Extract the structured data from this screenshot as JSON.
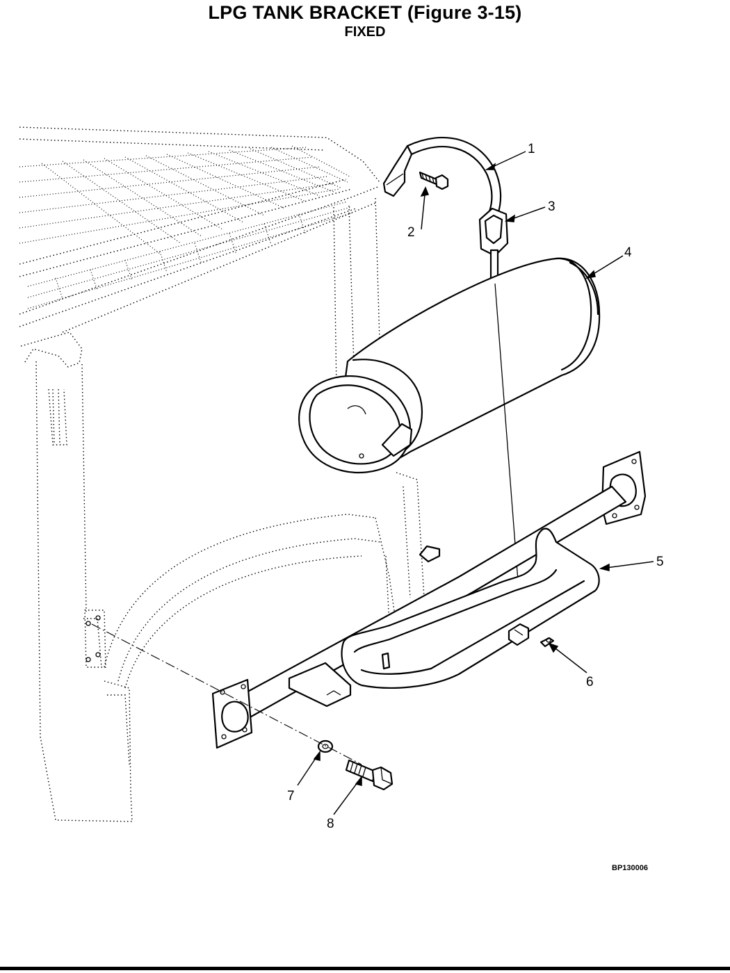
{
  "header": {
    "title": "LPG TANK BRACKET (Figure 3-15)",
    "subtitle": "FIXED"
  },
  "callouts": [
    {
      "number": "1",
      "part": "strap"
    },
    {
      "number": "2",
      "part": "bolt"
    },
    {
      "number": "3",
      "part": "strap-latch"
    },
    {
      "number": "4",
      "part": "lpg-tank"
    },
    {
      "number": "5",
      "part": "tank-bracket"
    },
    {
      "number": "6",
      "part": "pin"
    },
    {
      "number": "7",
      "part": "washer"
    },
    {
      "number": "8",
      "part": "mounting-bolt"
    }
  ],
  "footer": {
    "figure_code": "BP130006"
  }
}
